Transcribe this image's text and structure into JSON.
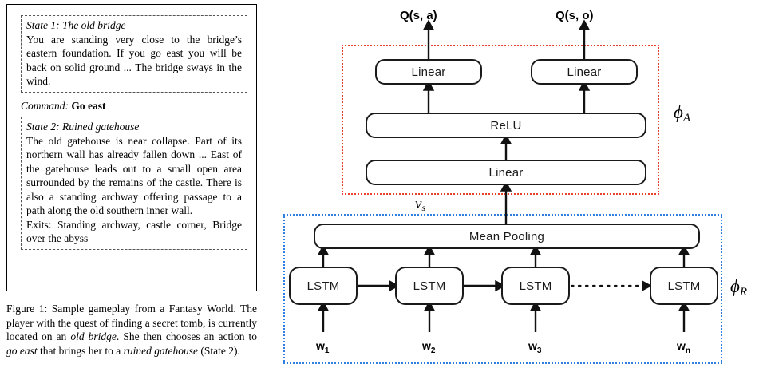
{
  "figure": {
    "gameplay": {
      "state1": {
        "title": "State 1: The old bridge",
        "body": "You are standing very close to the bridge’s eastern foundation. If you go east you will be back on solid ground ...  The bridge sways in the wind."
      },
      "command": {
        "label": "Command:",
        "value": "Go east"
      },
      "state2": {
        "title": "State 2: Ruined gatehouse",
        "body": "The old gatehouse is near collapse. Part of its northern wall has already fallen down ... East of the gatehouse leads out to a small open area surrounded by the remains of the castle. There is also a standing archway offering passage to a path along the old southern inner wall.",
        "exits": "Exits:  Standing archway, castle corner, Bridge over the abyss"
      }
    },
    "caption": {
      "prefix": "Figure 1: Sample gameplay from a Fantasy World. The player with the quest of finding a secret tomb, is currently located on an ",
      "em1": "old bridge",
      "mid1": ". She then chooses an action to ",
      "em2": "go east",
      "mid2": " that brings her to a ",
      "em3": "ruined gatehouse",
      "suffix": " (State 2)."
    }
  },
  "diagram": {
    "outputs": {
      "q_sa": "Q(s, a)",
      "q_so": "Q(s, o)"
    },
    "action_group": {
      "label_phi": "ϕ",
      "label_sub": "A",
      "color": "#e8412c",
      "nodes": {
        "linear_a": "Linear",
        "linear_o": "Linear",
        "relu": "ReLU",
        "linear_shared": "Linear"
      }
    },
    "representation_group": {
      "label_phi": "ϕ",
      "label_sub": "R",
      "color": "#2f7fe0",
      "nodes": {
        "mean_pooling": "Mean Pooling",
        "lstm": [
          "LSTM",
          "LSTM",
          "LSTM",
          "LSTM"
        ]
      },
      "inputs": [
        {
          "symbol": "w",
          "sub": "1"
        },
        {
          "symbol": "w",
          "sub": "2"
        },
        {
          "symbol": "w",
          "sub": "3"
        },
        {
          "symbol": "w",
          "sub": "n"
        }
      ]
    },
    "state_vector": {
      "symbol": "v",
      "sub": "s"
    }
  }
}
